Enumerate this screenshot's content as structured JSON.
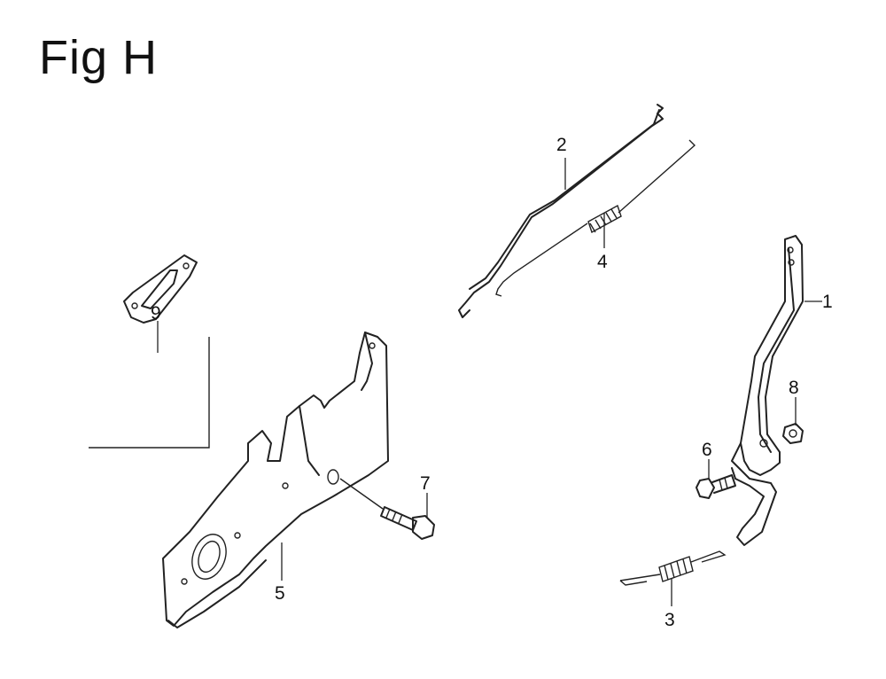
{
  "title": "Fig H",
  "callouts": [
    {
      "id": "1",
      "text": "1"
    },
    {
      "id": "2",
      "text": "2"
    },
    {
      "id": "3",
      "text": "3"
    },
    {
      "id": "4",
      "text": "4"
    },
    {
      "id": "5",
      "text": "5"
    },
    {
      "id": "6",
      "text": "6"
    },
    {
      "id": "7",
      "text": "7"
    },
    {
      "id": "8",
      "text": "8"
    },
    {
      "id": "9",
      "text": "9"
    }
  ]
}
